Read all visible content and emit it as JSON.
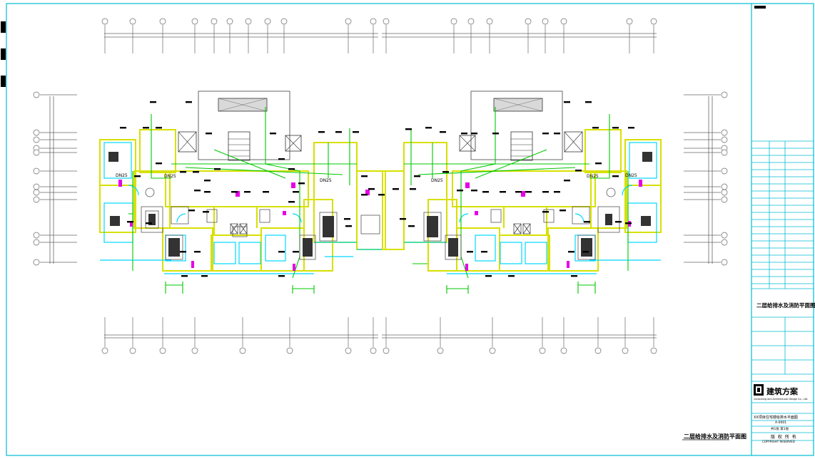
{
  "drawing": {
    "title": "二层给排水及消防平面图",
    "company": "建筑方案",
    "company_en": "Consulting and Architectural Design Co., Ltd.",
    "project_line": "XX项目住宅楼给排水平面图",
    "number_line": "A-0001",
    "sheet_line": "共1张 第1张",
    "stamp_cn": "版 权 所 有",
    "stamp_en": "COPYRIGHT RESERVED"
  },
  "fixture_tags": [
    "DN25",
    "DN25",
    "DN25",
    "DN25",
    "DN25",
    "DN25"
  ],
  "colors": {
    "frame": "#00bcd4",
    "wall": "#d8e000",
    "pipe_green": "#00c800",
    "pipe_cyan": "#00d8ff",
    "accent_magenta": "#e600e6",
    "axis": "#666666",
    "ink": "#000000"
  }
}
